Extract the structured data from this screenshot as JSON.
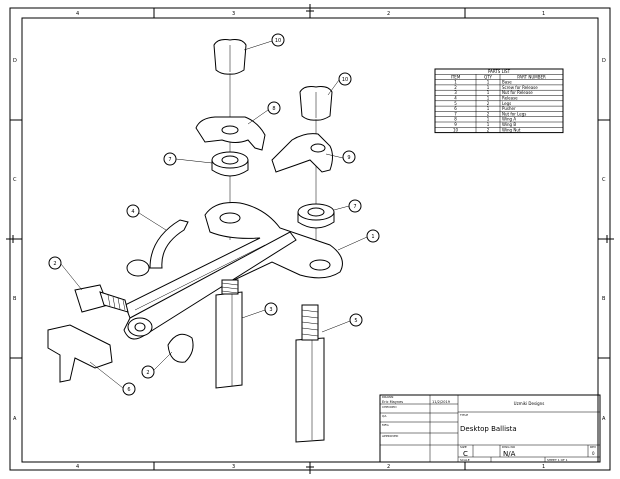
{
  "border": {
    "columns": [
      "4",
      "3",
      "2",
      "1"
    ],
    "rows": [
      "D",
      "C",
      "B",
      "A"
    ]
  },
  "parts_list": {
    "title": "PARTS LIST",
    "headers": [
      "ITEM",
      "QTY",
      "PART NUMBER"
    ],
    "rows": [
      [
        "1",
        "1",
        "Base"
      ],
      [
        "2",
        "1",
        "Screw for Release"
      ],
      [
        "3",
        "1",
        "Nut for Release"
      ],
      [
        "4",
        "1",
        "Release"
      ],
      [
        "5",
        "2",
        "Legs"
      ],
      [
        "6",
        "1",
        "Pusher"
      ],
      [
        "7",
        "2",
        "Nut for Legs"
      ],
      [
        "8",
        "1",
        "Wing A"
      ],
      [
        "9",
        "1",
        "Wing B"
      ],
      [
        "10",
        "2",
        "Wing Nut"
      ]
    ]
  },
  "balloons": [
    "10",
    "10",
    "8",
    "9",
    "7",
    "7",
    "4",
    "1",
    "2",
    "3",
    "5",
    "6",
    "2"
  ],
  "title_block": {
    "drawn_label": "DRAWN",
    "drawn_by": "Eric Maynes",
    "drawn_date": "11/2/2019",
    "checked_label": "CHECKED",
    "qa_label": "QA",
    "mfg_label": "MFG",
    "approved_label": "APPROVED",
    "company": "Uzmiki Designs",
    "title_label": "TITLE",
    "title": "Desktop Ballista",
    "size_label": "SIZE",
    "size": "C",
    "dwg_no_label": "DWG NO",
    "dwg_no": "N/A",
    "rev_label": "REV",
    "rev": "0",
    "scale_label": "SCALE",
    "sheet": "SHEET 1  OF 1"
  }
}
